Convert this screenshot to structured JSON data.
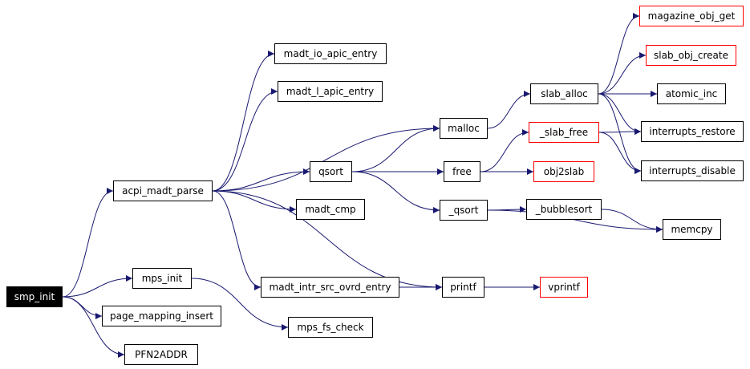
{
  "colors": {
    "edge": "#191970",
    "node_border": "#000000",
    "truncated_border": "#ff0000",
    "root_fill": "#000000"
  },
  "nodes": {
    "smp_init": {
      "label": "smp_init",
      "style": "root"
    },
    "acpi_madt_parse": {
      "label": "acpi_madt_parse",
      "style": "normal"
    },
    "mps_init": {
      "label": "mps_init",
      "style": "normal"
    },
    "page_mapping_insert": {
      "label": "page_mapping_insert",
      "style": "normal"
    },
    "PFN2ADDR": {
      "label": "PFN2ADDR",
      "style": "normal"
    },
    "madt_io_apic_entry": {
      "label": "madt_io_apic_entry",
      "style": "normal"
    },
    "madt_l_apic_entry": {
      "label": "madt_l_apic_entry",
      "style": "normal"
    },
    "qsort": {
      "label": "qsort",
      "style": "normal"
    },
    "madt_cmp": {
      "label": "madt_cmp",
      "style": "normal"
    },
    "madt_intr_src_ovrd_entry": {
      "label": "madt_intr_src_ovrd_entry",
      "style": "normal"
    },
    "mps_fs_check": {
      "label": "mps_fs_check",
      "style": "normal"
    },
    "malloc": {
      "label": "malloc",
      "style": "normal"
    },
    "free": {
      "label": "free",
      "style": "normal"
    },
    "_qsort": {
      "label": "_qsort",
      "style": "normal"
    },
    "printf": {
      "label": "printf",
      "style": "normal"
    },
    "slab_alloc": {
      "label": "slab_alloc",
      "style": "normal"
    },
    "_slab_free": {
      "label": "_slab_free",
      "style": "truncated"
    },
    "obj2slab": {
      "label": "obj2slab",
      "style": "truncated"
    },
    "_bubblesort": {
      "label": "_bubblesort",
      "style": "normal"
    },
    "vprintf": {
      "label": "vprintf",
      "style": "truncated"
    },
    "magazine_obj_get": {
      "label": "magazine_obj_get",
      "style": "truncated"
    },
    "slab_obj_create": {
      "label": "slab_obj_create",
      "style": "truncated"
    },
    "atomic_inc": {
      "label": "atomic_inc",
      "style": "normal"
    },
    "interrupts_restore": {
      "label": "interrupts_restore",
      "style": "normal"
    },
    "interrupts_disable": {
      "label": "interrupts_disable",
      "style": "normal"
    },
    "memcpy": {
      "label": "memcpy",
      "style": "normal"
    }
  },
  "edges": [
    [
      "smp_init",
      "acpi_madt_parse"
    ],
    [
      "smp_init",
      "mps_init"
    ],
    [
      "smp_init",
      "page_mapping_insert"
    ],
    [
      "smp_init",
      "PFN2ADDR"
    ],
    [
      "acpi_madt_parse",
      "madt_io_apic_entry"
    ],
    [
      "acpi_madt_parse",
      "madt_l_apic_entry"
    ],
    [
      "acpi_madt_parse",
      "malloc"
    ],
    [
      "acpi_madt_parse",
      "qsort"
    ],
    [
      "acpi_madt_parse",
      "madt_cmp"
    ],
    [
      "acpi_madt_parse",
      "madt_intr_src_ovrd_entry"
    ],
    [
      "acpi_madt_parse",
      "printf"
    ],
    [
      "mps_init",
      "mps_fs_check"
    ],
    [
      "qsort",
      "malloc"
    ],
    [
      "qsort",
      "free"
    ],
    [
      "qsort",
      "_qsort"
    ],
    [
      "madt_intr_src_ovrd_entry",
      "printf"
    ],
    [
      "malloc",
      "slab_alloc"
    ],
    [
      "free",
      "_slab_free"
    ],
    [
      "free",
      "obj2slab"
    ],
    [
      "_qsort",
      "_bubblesort"
    ],
    [
      "_qsort",
      "memcpy"
    ],
    [
      "printf",
      "vprintf"
    ],
    [
      "slab_alloc",
      "magazine_obj_get"
    ],
    [
      "slab_alloc",
      "slab_obj_create"
    ],
    [
      "slab_alloc",
      "atomic_inc"
    ],
    [
      "slab_alloc",
      "interrupts_restore"
    ],
    [
      "slab_alloc",
      "interrupts_disable"
    ],
    [
      "_slab_free",
      "interrupts_restore"
    ],
    [
      "_slab_free",
      "interrupts_disable"
    ],
    [
      "_bubblesort",
      "memcpy"
    ]
  ]
}
